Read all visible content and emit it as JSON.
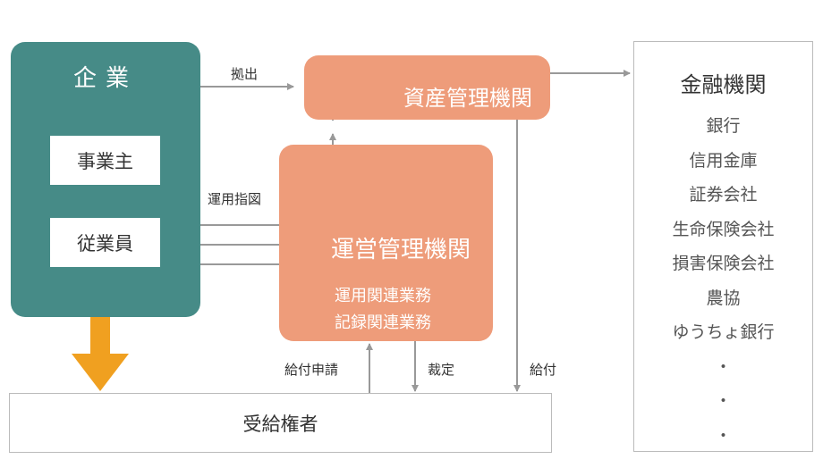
{
  "company": {
    "title": "企業",
    "employer": "事業主",
    "employee": "従業員"
  },
  "asset_manager": {
    "title": "資産管理機関"
  },
  "operation_manager": {
    "title": "運営管理機関",
    "tasks": [
      "運用関連業務",
      "記録関連業務"
    ]
  },
  "beneficiary": {
    "title": "受給権者"
  },
  "financial_institutions": {
    "title": "金融機関",
    "items": [
      "銀行",
      "信用金庫",
      "証券会社",
      "生命保険会社",
      "損害保険会社",
      "農協",
      "ゆうちょ銀行",
      "・",
      "・",
      "・"
    ]
  },
  "edge_labels": {
    "contribution": "拠出",
    "investment_instruction": "運用指図",
    "benefit_claim": "給付申請",
    "determination": "裁定",
    "payment": "給付"
  },
  "colors": {
    "company": "#468b87",
    "manager": "#ee9c7a",
    "accent_arrow": "#f0a020",
    "line": "#999999"
  }
}
